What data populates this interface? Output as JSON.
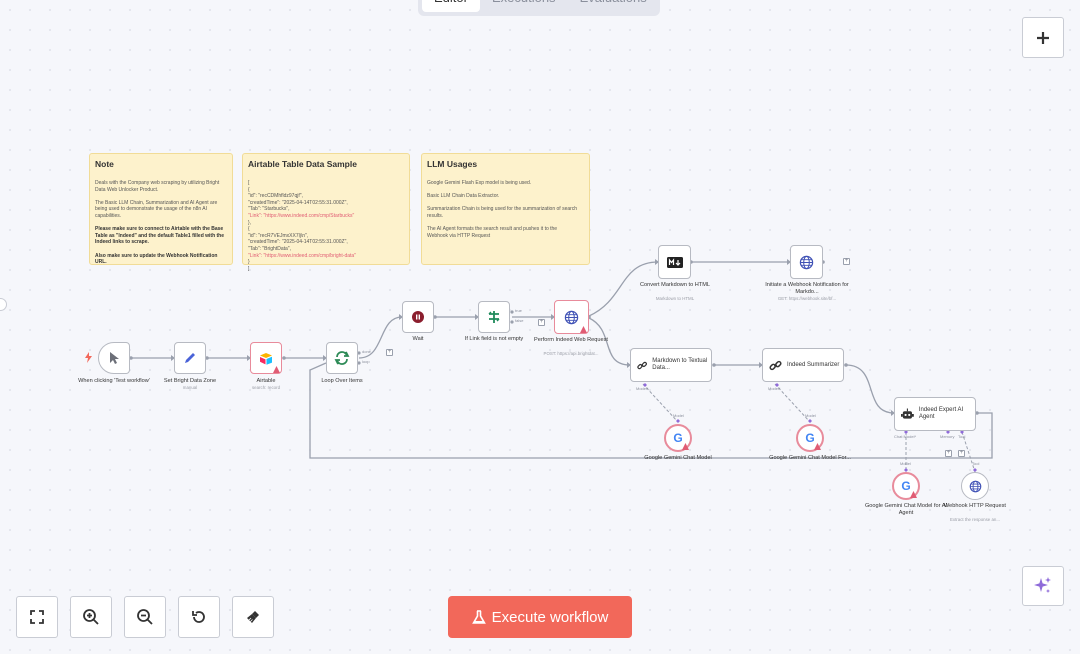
{
  "tabs": {
    "editor": "Editor",
    "executions": "Executions",
    "evaluations": "Evaluations"
  },
  "sticky_note": {
    "title": "Note",
    "lines": [
      "Deals with the Company web scraping by utilizing Bright",
      "Data Web Unlocker Product.",
      "",
      "The Basic LLM Chain, Summarization and AI Agent are",
      "being used to demonstrate the usage of the n8n AI",
      "capabilities.",
      "",
      "Please make sure to connect to Airtable with the Base",
      "Table as \"Indeed\" and the default Table1 filled with the",
      "Indeed links to scrape.",
      "",
      "Also make sure to update the Webhook Notification",
      "URL."
    ]
  },
  "sticky_airtable": {
    "title": "Airtable Table Data Sample",
    "lines": [
      "[",
      "{",
      "\"id\": \"recCDMhfldz97qjf\",",
      "\"createdTime\": \"2025-04-14T02:55:31.000Z\",",
      "\"Tab\": \"Starbucks\",",
      "\"Link\": \"https://www.indeed.com/cmp/Starbucks\"",
      "},",
      "{",
      "\"id\": \"recR7VEJmxXX7lj\\n\",",
      "\"createdTime\": \"2025-04-14T02:55:31.000Z\",",
      "\"Tab\": \"BrightData\",",
      "\"Link\": \"https://www.indeed.com/cmp/bright-data\"",
      "}",
      "]"
    ]
  },
  "sticky_llm": {
    "title": "LLM Usages",
    "lines": [
      "Google Gemini Flash Exp model is being used.",
      "",
      "Basic LLM Chain Data Extractor.",
      "",
      "Summarization Chain is being used for the summarization of search",
      "results.",
      "",
      "The AI Agent formats the search result and pushes it to the",
      "Webhook via HTTP Request"
    ]
  },
  "nodes": {
    "trigger": {
      "label": "When clicking 'Test workflow'"
    },
    "set_zone": {
      "label": "Set Bright Data Zone",
      "sub": "manual"
    },
    "airtable": {
      "label": "Airtable",
      "sub": "search: record"
    },
    "loop": {
      "label": "Loop Over Items",
      "done": "done",
      "loop": "loop"
    },
    "wait": {
      "label": "Wait"
    },
    "if_link": {
      "label": "If Link field is not empty",
      "true": "true",
      "false": "false"
    },
    "web_request": {
      "label": "Perform Indeed Web Request",
      "sub": "POST: https://api.brightdat..."
    },
    "convert_md": {
      "label": "Convert Markdown to HTML",
      "sub": "Markdown to HTML"
    },
    "webhook_notify": {
      "label": "Initiate a Webhook Notification for Markdo...",
      "sub": "GET: https://webhook.site/bf..."
    },
    "md_textual": {
      "label": "Markdown to Textual Data...",
      "port": "Model*"
    },
    "summarizer": {
      "label": "Indeed Summarizer",
      "port": "Model*"
    },
    "gemini1": {
      "label": "Google Gemini Chat Model",
      "port": "Model"
    },
    "gemini2": {
      "label": "Google Gemini Chat Model For...",
      "port": "Model"
    },
    "agent": {
      "label": "Indeed Expert AI Agent",
      "port_chat": "Chat Model*",
      "port_memory": "Memory",
      "port_tool": "Tool"
    },
    "gemini3": {
      "label": "Google Gemini Chat Model for AI Agent",
      "port": "Model"
    },
    "webhook_http": {
      "label": "Webhook HTTP Request",
      "sub": "Extract the response an...",
      "port": "Tool"
    }
  },
  "actions": {
    "execute": "Execute workflow"
  },
  "colors": {
    "accent": "#f2685a",
    "sticky": "#fdf2cc",
    "error": "#e05c74",
    "edge": "#9aa0ad",
    "purple": "#8f6bd9"
  }
}
